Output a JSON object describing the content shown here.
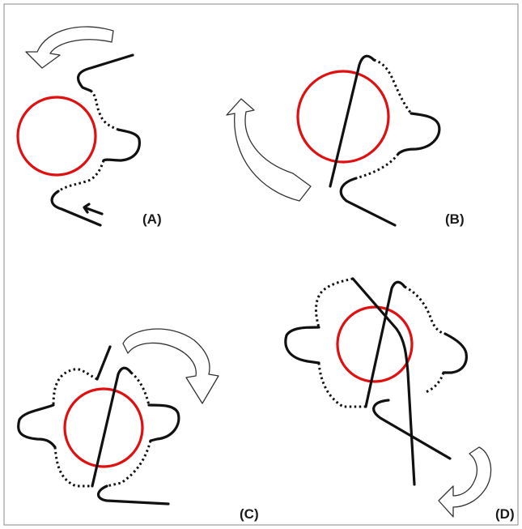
{
  "panels": [
    {
      "id": "A",
      "label": "(A)"
    },
    {
      "id": "B",
      "label": "(B)"
    },
    {
      "id": "C",
      "label": "(C)"
    },
    {
      "id": "D",
      "label": "(D)"
    }
  ],
  "colors": {
    "circle": "#e01010",
    "line": "#111111",
    "frame": "#888888",
    "background": "#ffffff"
  }
}
